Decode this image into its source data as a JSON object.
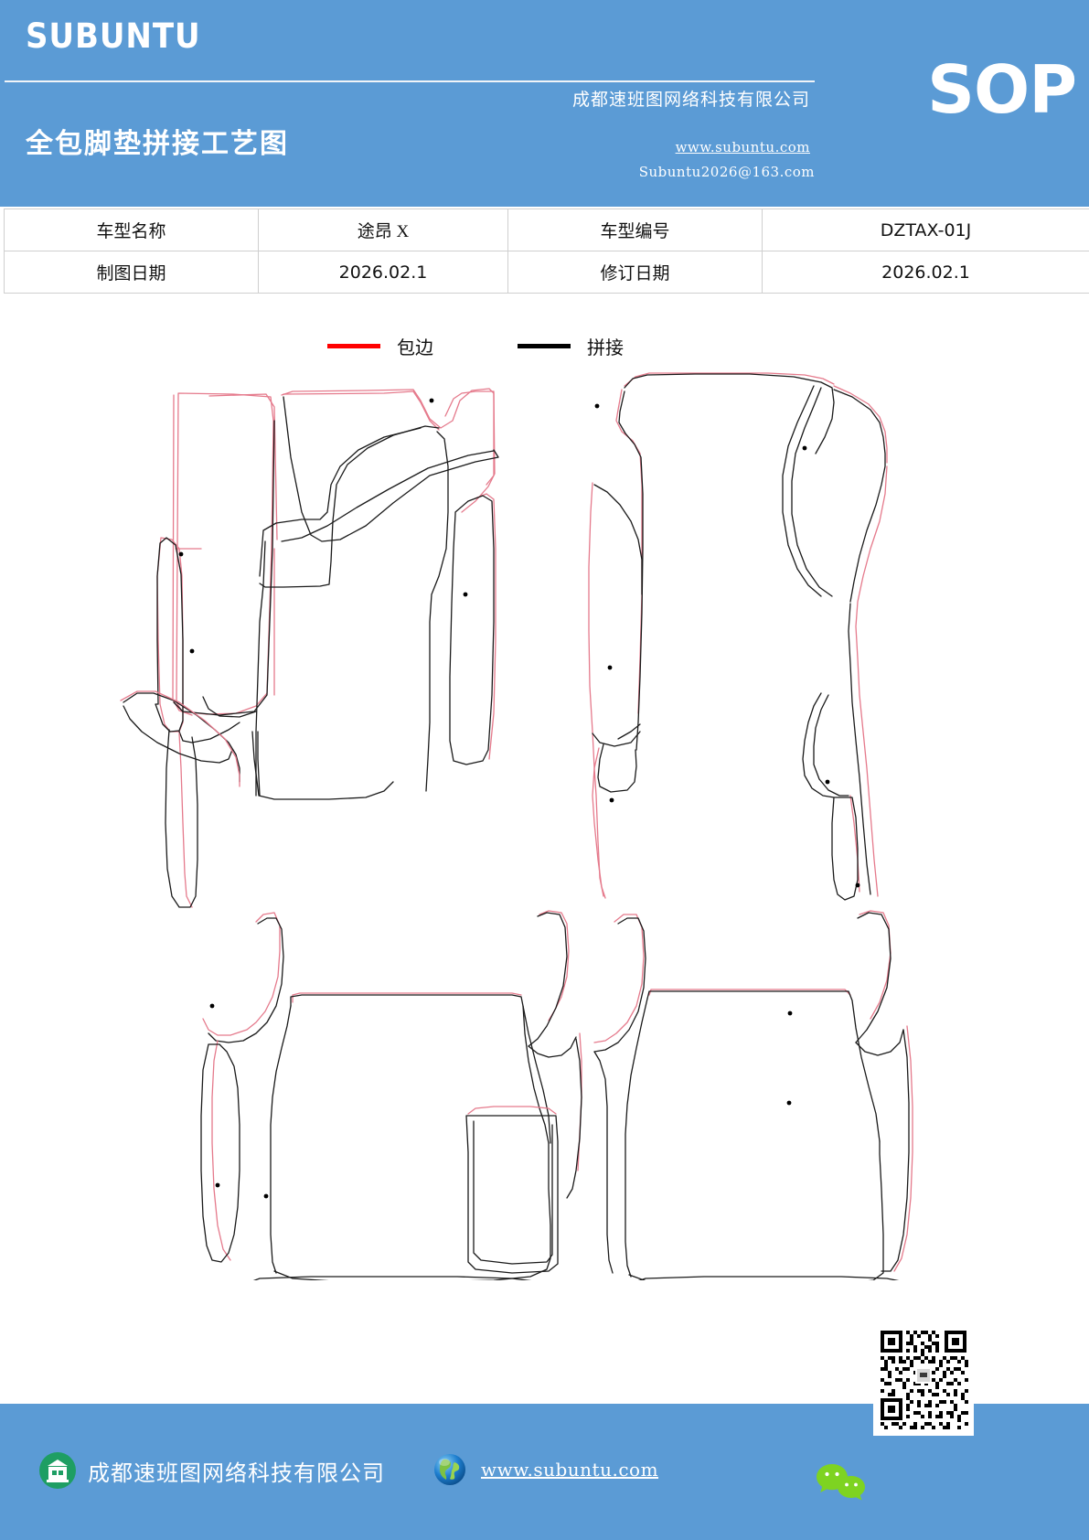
{
  "header": {
    "brand": "SUBUNTU",
    "doc_type": "SOP",
    "title": "全包脚垫拼接工艺图",
    "company_cn": "成都速班图网络科技有限公司",
    "website": "www.subuntu.com",
    "email": "Subuntu2026@163.com",
    "bg_color": "#5b9bd5"
  },
  "info_table": {
    "rows": [
      {
        "label1": "车型名称",
        "value1": "途昂 X",
        "label2": "车型编号",
        "value2": "DZTAX-01J"
      },
      {
        "label1": "制图日期",
        "value1": "2026.02.1",
        "label2": "修订日期",
        "value2": "2026.02.1"
      }
    ]
  },
  "legend": {
    "items": [
      {
        "label": "包边",
        "color": "#ff0000",
        "icon": "red-line-swatch"
      },
      {
        "label": "拼接",
        "color": "#000000",
        "icon": "black-line-swatch"
      }
    ]
  },
  "drawing": {
    "title": "全包脚垫拼接工艺图",
    "binding_color": "#e57a8c",
    "seam_color": "#1a1a1a",
    "marker_color": "#000000",
    "description": "车辆全包脚垫裁片拼接图：前排左右脚垫、二排脚垫与后备箱垫裁片轮廓"
  },
  "footer": {
    "company_icon": "building-icon",
    "company_name": "成都速班图网络科技有限公司",
    "globe_icon": "globe-icon",
    "website": "www.subuntu.com",
    "wechat_icon": "wechat-icon",
    "qr_icon": "qr-code",
    "bg_color": "#5b9bd5"
  }
}
